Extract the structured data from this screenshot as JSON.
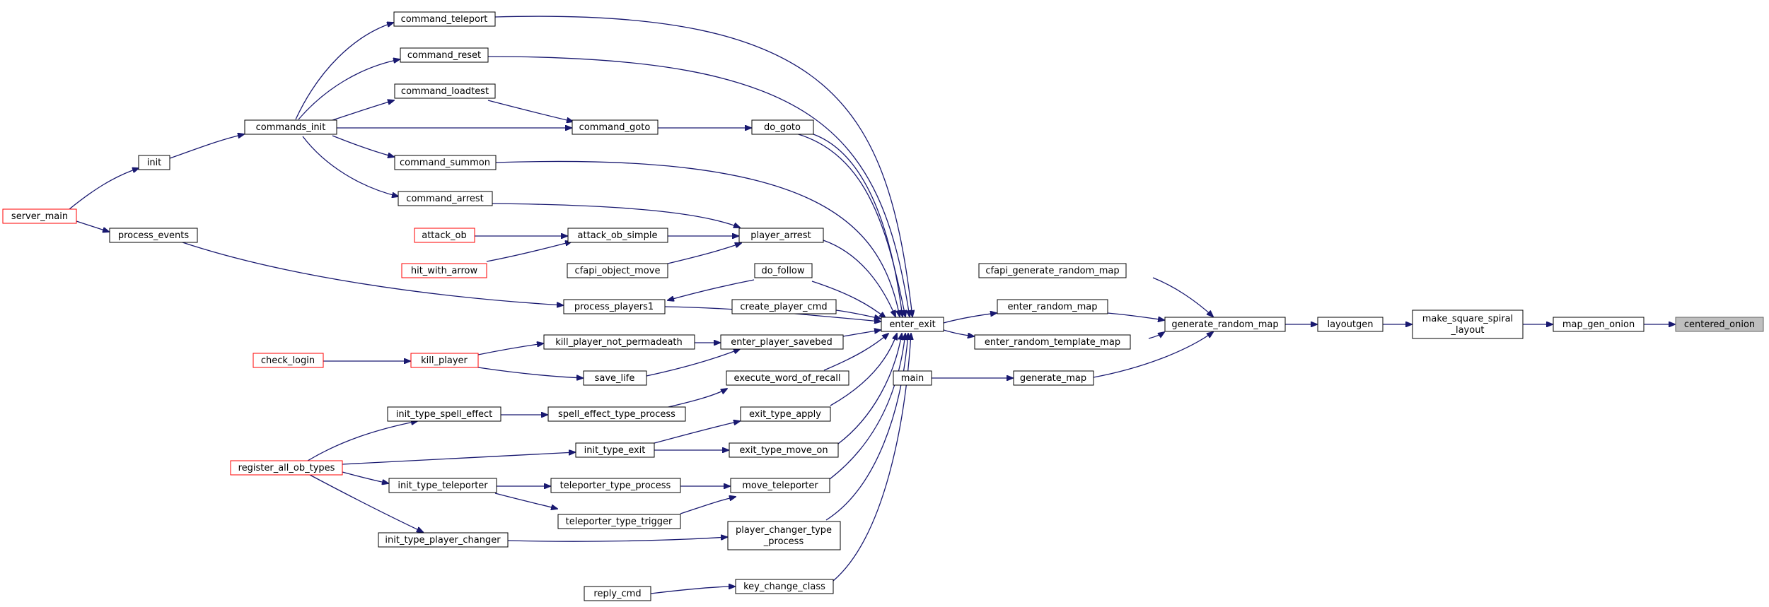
{
  "colors": {
    "edge": "#191970",
    "node_border_normal": "#000000",
    "node_border_truncated": "#ff0000",
    "node_fill": "#ffffff",
    "root_fill": "#bfbfbf",
    "root_border": "#666666"
  },
  "nodes": {
    "centered_onion": "centered_onion",
    "map_gen_onion": "map_gen_onion",
    "make_square_spiral_layout_1": "make_square_spiral",
    "make_square_spiral_layout_2": "_layout",
    "layoutgen": "layoutgen",
    "generate_random_map": "generate_random_map",
    "cfapi_generate_random_map": "cfapi_generate_random_map",
    "enter_random_map": "enter_random_map",
    "enter_random_template_map": "enter_random_template_map",
    "generate_map": "generate_map",
    "main": "main",
    "enter_exit": "enter_exit",
    "command_teleport": "command_teleport",
    "command_reset": "command_reset",
    "command_loadtest": "command_loadtest",
    "command_goto": "command_goto",
    "do_goto": "do_goto",
    "commands_init": "commands_init",
    "command_summon": "command_summon",
    "command_arrest": "command_arrest",
    "init": "init",
    "server_main": "server_main",
    "process_events": "process_events",
    "attack_ob": "attack_ob",
    "attack_ob_simple": "attack_ob_simple",
    "player_arrest": "player_arrest",
    "hit_with_arrow": "hit_with_arrow",
    "cfapi_object_move": "cfapi_object_move",
    "do_follow": "do_follow",
    "process_players1": "process_players1",
    "create_player_cmd": "create_player_cmd",
    "kill_player_not_permadeath": "kill_player_not_permadeath",
    "enter_player_savebed": "enter_player_savebed",
    "check_login": "check_login",
    "kill_player": "kill_player",
    "save_life": "save_life",
    "execute_word_of_recall": "execute_word_of_recall",
    "init_type_spell_effect": "init_type_spell_effect",
    "spell_effect_type_process": "spell_effect_type_process",
    "exit_type_apply": "exit_type_apply",
    "register_all_ob_types": "register_all_ob_types",
    "init_type_exit": "init_type_exit",
    "exit_type_move_on": "exit_type_move_on",
    "init_type_teleporter": "init_type_teleporter",
    "teleporter_type_process": "teleporter_type_process",
    "move_teleporter": "move_teleporter",
    "teleporter_type_trigger": "teleporter_type_trigger",
    "player_changer_type_process_1": "player_changer_type",
    "player_changer_type_process_2": "_process",
    "init_type_player_changer": "init_type_player_changer",
    "key_change_class": "key_change_class",
    "reply_cmd": "reply_cmd"
  },
  "edges": [
    [
      "map_gen_onion",
      "centered_onion"
    ],
    [
      "make_square_spiral_layout",
      "map_gen_onion"
    ],
    [
      "layoutgen",
      "make_square_spiral_layout"
    ],
    [
      "generate_random_map",
      "layoutgen"
    ],
    [
      "cfapi_generate_random_map",
      "generate_random_map"
    ],
    [
      "enter_random_map",
      "generate_random_map"
    ],
    [
      "enter_random_template_map",
      "generate_random_map"
    ],
    [
      "generate_map",
      "generate_random_map"
    ],
    [
      "main",
      "generate_map"
    ],
    [
      "enter_exit",
      "enter_random_map"
    ],
    [
      "enter_exit",
      "enter_random_template_map"
    ],
    [
      "command_teleport",
      "enter_exit"
    ],
    [
      "command_reset",
      "enter_exit"
    ],
    [
      "command_goto",
      "enter_exit"
    ],
    [
      "command_summon",
      "enter_exit"
    ],
    [
      "do_goto",
      "enter_exit"
    ],
    [
      "player_arrest",
      "enter_exit"
    ],
    [
      "do_follow",
      "enter_exit"
    ],
    [
      "create_player_cmd",
      "enter_exit"
    ],
    [
      "enter_player_savebed",
      "enter_exit"
    ],
    [
      "execute_word_of_recall",
      "enter_exit"
    ],
    [
      "exit_type_apply",
      "enter_exit"
    ],
    [
      "exit_type_move_on",
      "enter_exit"
    ],
    [
      "move_teleporter",
      "enter_exit"
    ],
    [
      "player_changer_type_process",
      "enter_exit"
    ],
    [
      "key_change_class",
      "enter_exit"
    ],
    [
      "process_players1",
      "enter_exit"
    ]
  ]
}
